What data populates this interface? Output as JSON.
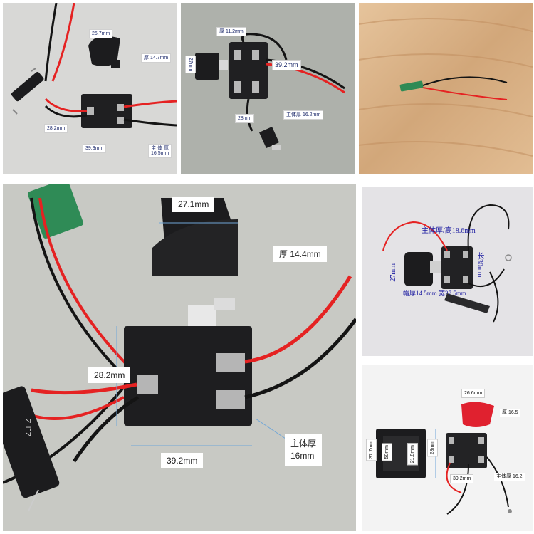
{
  "panels": {
    "p1": {
      "labels": {
        "width": "26.7mm",
        "thick": "厚 14.7mm",
        "height": "28.2mm",
        "length": "39.3mm",
        "body": "主 体 厚\n16.5mm"
      }
    },
    "p2": {
      "labels": {
        "thick": "厚 11.2mm",
        "width": "27mm",
        "height": "39.2mm",
        "length": "28mm",
        "body": "主体厚 16.2mm"
      }
    },
    "p3": {
      "labels": {}
    },
    "p4": {
      "labels": {
        "width": "27.1mm",
        "thick": "厚 14.4mm",
        "height": "28.2mm",
        "length": "39.2mm",
        "body": "主体厚\n16mm",
        "pcb_mark": "ZLHZ"
      }
    },
    "p5": {
      "labels": {
        "body": "主体厚/高18.6mm",
        "length": "长30mm",
        "width": "27mm",
        "cap": "帽厚14.5mm",
        "bottom": "宽27.5mm"
      }
    },
    "p6": {
      "labels": {
        "width": "26.6mm",
        "thick": "厚 16.5",
        "side1": "37.7mm",
        "side2": "50mm",
        "side3": "21.8mm",
        "height": "28mm",
        "length": "39.2mm",
        "body": "主体厚 16.2"
      }
    }
  },
  "colors": {
    "bg": "#ffffff",
    "board": "#c8c9c4",
    "trigger": "#1c1c1e",
    "red_trigger": "#e0212f",
    "wire_red": "#e52222",
    "wire_black": "#141414",
    "wood": "#d9b38a",
    "dim_line": "#6fa6d8"
  }
}
